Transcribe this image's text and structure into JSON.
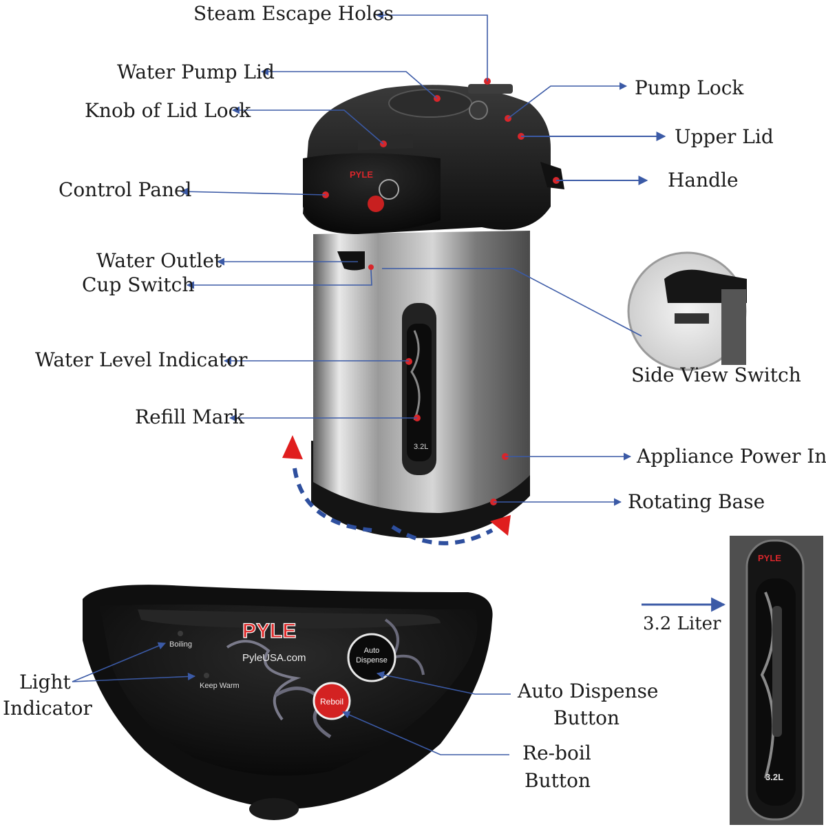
{
  "colors": {
    "arrow": "#3b5aa6",
    "red_dot": "#d8262b",
    "red_arrow": "#e01e1e",
    "body_dark": "#141414",
    "steel_light": "#d9d9d9",
    "steel_dark": "#6d6d6d"
  },
  "labels": {
    "steam_escape_holes": "Steam Escape Holes",
    "water_pump_lid": "Water Pump Lid",
    "knob_of_lid_lock": "Knob of Lid Lock",
    "control_panel": "Control Panel",
    "water_outlet": "Water Outlet",
    "cup_switch": "Cup Switch",
    "water_level_indicator": "Water Level Indicator",
    "refill_mark": "Refill Mark",
    "pump_lock": "Pump Lock",
    "upper_lid": "Upper Lid",
    "handle": "Handle",
    "side_view_switch": "Side View Switch",
    "appliance_power_inlet": "Appliance Power Inlet",
    "rotating_base": "Rotating Base",
    "light_indicator_1": "Light",
    "light_indicator_2": "Indicator",
    "auto_dispense_button_1": "Auto Dispense",
    "auto_dispense_button_2": "Button",
    "reboil_button_1": "Re-boil",
    "reboil_button_2": "Button",
    "liter": "3.2 Liter"
  },
  "panel": {
    "brand": "PYLE",
    "website": "PyleUSA.com",
    "boiling": "Boiling",
    "keep_warm": "Keep Warm",
    "auto_1": "Auto",
    "auto_2": "Dispense",
    "reboil": "Reboil",
    "capacity": "3.2L"
  }
}
